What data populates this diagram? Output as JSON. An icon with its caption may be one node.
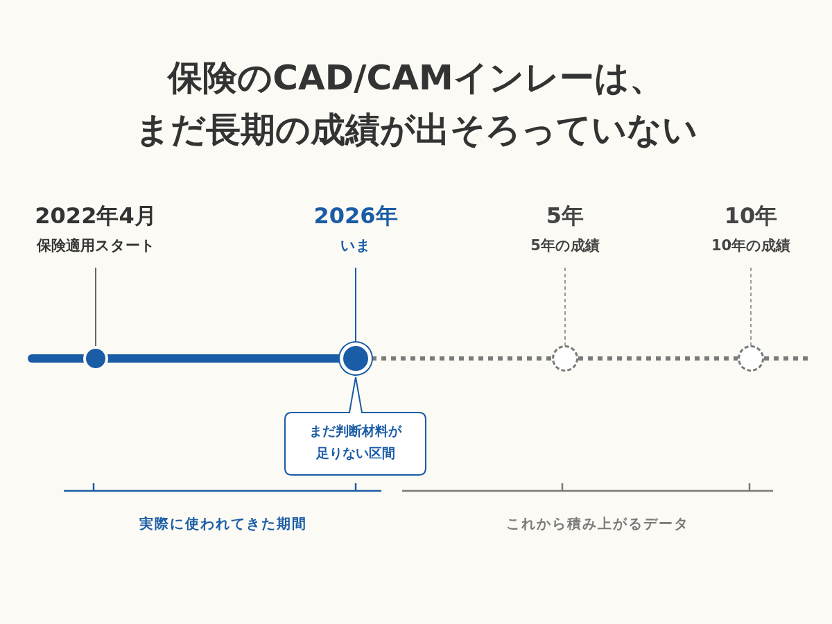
{
  "diagram": {
    "title": "保険のCAD/CAMインレーは、まだ長期の成績が出そろっていない",
    "nodes": [
      {
        "text": [
          "2022年4月",
          "保険適用スタート"
        ]
      },
      {
        "text": [
          "2026年",
          "いま"
        ]
      },
      {
        "text": [
          "5年",
          "5年の成績"
        ]
      },
      {
        "text": [
          "10年",
          "10年の成績"
        ]
      },
      {
        "text": [],
        "shape": "circle"
      },
      {
        "text": [],
        "shape": "circle"
      },
      {
        "text": [],
        "shape": "circle"
      },
      {
        "text": [],
        "shape": "circle"
      },
      {
        "text": [
          "まだ判断材料が足りない区間"
        ]
      }
    ],
    "edges": [
      {
        "from": 0,
        "to": 4,
        "arrow": "none",
        "color": "#333333"
      },
      {
        "from": 1,
        "to": 5,
        "arrow": "none",
        "color": "#1a5ca6"
      },
      {
        "from": 2,
        "to": 6,
        "arrow": "none",
        "style": "dashed",
        "color": "#7a7a7a"
      },
      {
        "from": 3,
        "to": 7,
        "arrow": "none",
        "style": "dashed",
        "color": "#7a7a7a"
      },
      {
        "from": null,
        "to": 4,
        "arrow": "none",
        "style": "thick",
        "color": "#1a5ca6"
      },
      {
        "from": 4,
        "to": 5,
        "arrow": "none",
        "style": "thick",
        "color": "#1a5ca6"
      },
      {
        "from": 5,
        "to": 6,
        "arrow": "none",
        "style": "dashed",
        "color": "#7a7a7a"
      },
      {
        "from": 6,
        "to": 7,
        "arrow": "none",
        "style": "dashed",
        "color": "#7a7a7a"
      },
      {
        "from": 7,
        "to": null,
        "arrow": "none",
        "style": "dashed",
        "color": "#7a7a7a"
      }
    ],
    "labels": [
      "実際に使われてきた期間",
      "これから積み上がるデータ"
    ]
  }
}
